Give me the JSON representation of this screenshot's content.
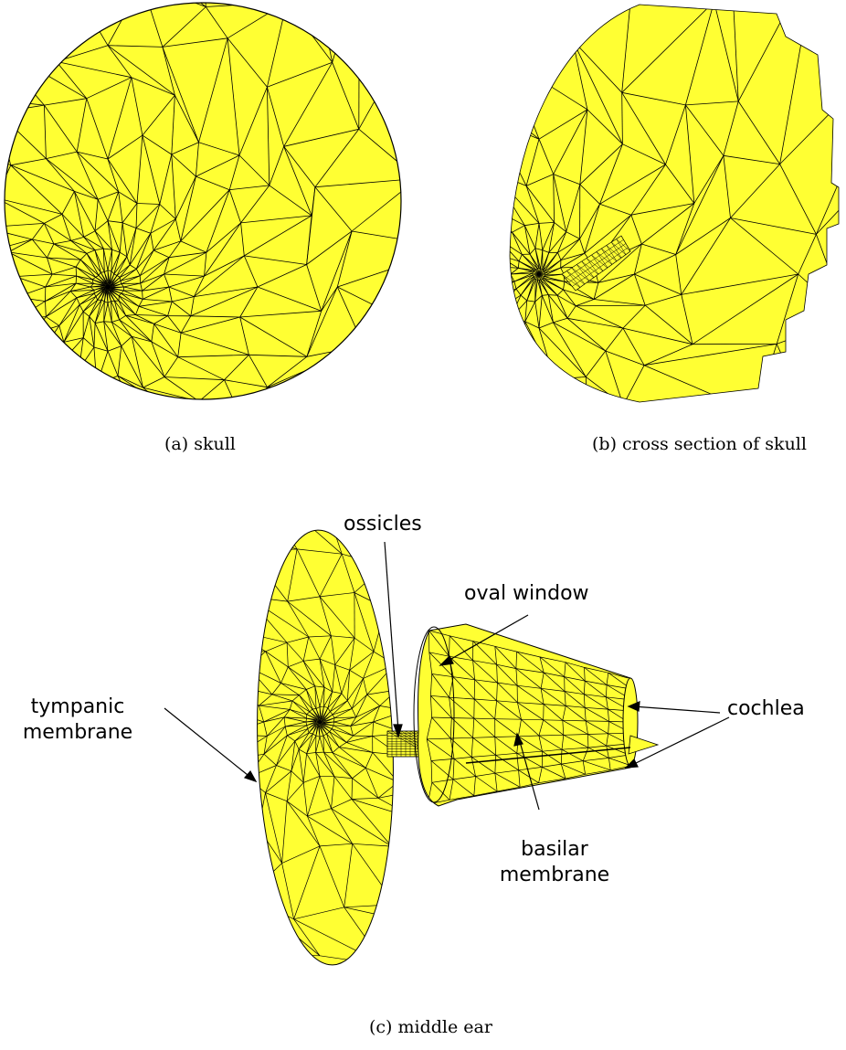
{
  "colors": {
    "mesh_fill": "#ffff33",
    "mesh_line": "#000000",
    "background": "#ffffff"
  },
  "panels": {
    "a": {
      "caption": "(a)  skull"
    },
    "b": {
      "caption": "(b)  cross section of skull"
    },
    "c": {
      "caption": "(c)  middle ear"
    }
  },
  "labels": {
    "ossicles": "ossicles",
    "oval_window": "oval window",
    "cochlea": "cochlea",
    "tympanic_line1": "tympanic",
    "tympanic_line2": "membrane",
    "basilar_line1": "basilar",
    "basilar_line2": "membrane"
  }
}
